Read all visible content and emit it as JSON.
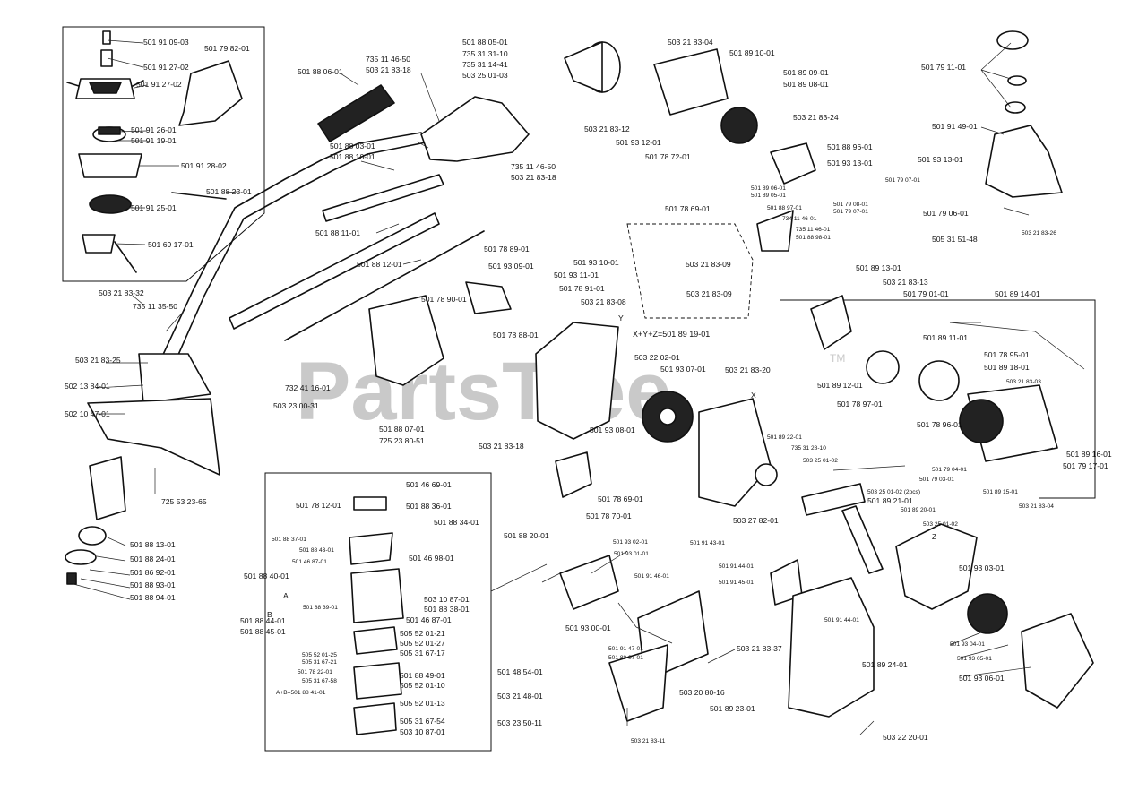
{
  "watermark": {
    "text": "PartsTree",
    "trademark": "TM"
  },
  "colors": {
    "ink": "#111111",
    "watermark": "#c9c9c9",
    "background": "#ffffff"
  },
  "notes": {
    "xyz": "X+Y+Z=501 89 19-01",
    "ab": "A+B=501 88 41-01",
    "bearing_2pcs": "503 25 01-02 (2pcs)",
    "letter_x": "X",
    "letter_y": "Y",
    "letter_z": "Z",
    "letter_a": "A",
    "letter_b": "B"
  },
  "labels": [
    "501 91 09-03",
    "501 91 27-02",
    "501 91 27-02",
    "501 79 82-01",
    "501 91 26-01",
    "501 91 19-01",
    "501 91 28-02",
    "501 88 23-01",
    "501 91 25-01",
    "501 69 17-01",
    "501 88 06-01",
    "735 11 46-50",
    "503 21 83-18",
    "501 88 03-01",
    "501 88 10-01",
    "501 88 11-01",
    "501 88 12-01",
    "503 21 83-32",
    "735 11 35-50",
    "503 21 83-25",
    "502 13 84-01",
    "502 10 47-01",
    "725 53 23-65",
    "501 88 13-01",
    "501 88 24-01",
    "501 86 92-01",
    "501 88 93-01",
    "501 88 94-01",
    "501 88 05-01",
    "735 31 31-10",
    "735 31 14-41",
    "503 25 01-03",
    "735 11 46-50",
    "503 21 83-18",
    "503 21 83-04",
    "501 89 10-01",
    "501 89 09-01",
    "501 89 08-01",
    "503 21 83-24",
    "501 88 96-01",
    "501 93 13-01",
    "501 79 11-01",
    "501 91 49-01",
    "503 21 83-26",
    "501 93 13-01",
    "501 79 07-01",
    "501 79 06-01",
    "505 31 51-48",
    "503 21 83-12",
    "501 93 12-01",
    "501 78 72-01",
    "501 78 69-01",
    "501 89 06-01",
    "501 89 05-01",
    "501 88 97-01",
    "734 11 46-01",
    "735 11 46-01",
    "501 88 98-01",
    "501 79 08-01",
    "501 79 07-01",
    "501 78 89-01",
    "501 93 09-01",
    "501 93 10-01",
    "501 93 11-01",
    "503 21 83-09",
    "501 78 91-01",
    "503 21 83-09",
    "501 78 90-01",
    "503 21 83-08",
    "501 78 88-01",
    "501 89 13-01",
    "503 21 83-13",
    "501 79 01-01",
    "501 89 14-01",
    "501 89 11-01",
    "501 78 95-01",
    "501 89 18-01",
    "503 21 83-03",
    "501 89 12-01",
    "501 78 97-01",
    "501 78 96-01",
    "732 41 16-01",
    "503 23 00-31",
    "501 88 07-01",
    "725 23 80-51",
    "503 22 02-01",
    "501 93 07-01",
    "503 21 83-20",
    "501 93 08-01",
    "501 89 22-01",
    "735 31 28-10",
    "503 25 01-02",
    "503 21 83-18",
    "501 78 69-01",
    "501 78 70-01",
    "503 27 82-01",
    "501 89 21-01",
    "501 79 04-01",
    "501 79 03-01",
    "501 89 16-01",
    "501 79 17-01",
    "501 89 15-01",
    "503 21 83-04",
    "501 78 12-01",
    "501 46 69-01",
    "501 88 36-01",
    "501 88 34-01",
    "501 88 37-01",
    "501 88 43-01",
    "501 46 87-01",
    "501 46 98-01",
    "501 88 40-01",
    "501 88 39-01",
    "503 10 87-01",
    "501 88 38-01",
    "501 46 87-01",
    "501 88 44-01",
    "501 88 45-01",
    "505 52 01-21",
    "505 52 01-27",
    "505 31 67-17",
    "505 52 01-25",
    "505 31 67-21",
    "501 78 22-01",
    "505 31 67-58",
    "501 88 49-01",
    "505 52 01-10",
    "505 52 01-13",
    "505 31 67-54",
    "503 10 87-01",
    "501 88 20-01",
    "501 93 02-01",
    "501 93 01-01",
    "501 91 46-01",
    "501 93 00-01",
    "501 91 47-01",
    "501 89 07-01",
    "501 91 43-01",
    "501 91 44-01",
    "501 91 45-01",
    "501 91 44-01",
    "501 89 20-01",
    "503 25 01-02",
    "501 93 03-01",
    "501 93 04-01",
    "501 93 05-01",
    "501 93 06-01",
    "503 21 83-37",
    "501 48 54-01",
    "503 21 48-01",
    "503 23 50-11",
    "503 21 83-11",
    "503 20 80-16",
    "501 89 23-01",
    "501 89 24-01",
    "503 22 20-01"
  ]
}
